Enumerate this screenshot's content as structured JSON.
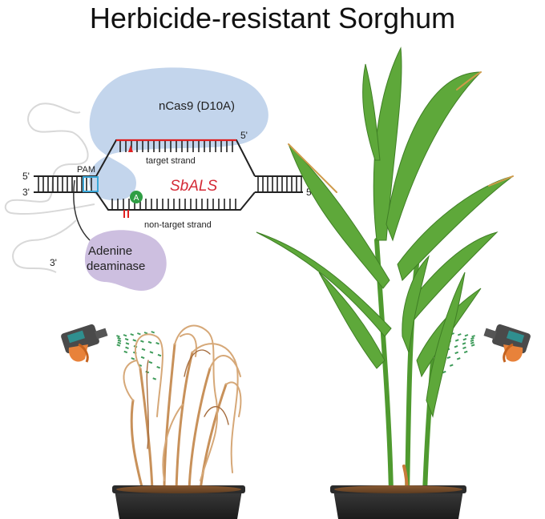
{
  "title": "Herbicide-resistant Sorghum",
  "protein": {
    "name": "nCas9 (D10A)",
    "color": "#bcd0ea"
  },
  "deaminase": {
    "line1": "Adenine",
    "line2": "deaminase",
    "color": "#cdbfe0"
  },
  "dna": {
    "target_strand": "target strand",
    "non_target_strand": "non-target strand",
    "gene": "SbALS",
    "pam": "PAM",
    "base": "A",
    "five_prime_left": "5'",
    "three_prime_left": "3'",
    "three_prime_right": "3'",
    "five_prime_right": "5'",
    "target_five_prime": "5'",
    "guide_three_prime": "3'"
  },
  "colors": {
    "gene_text": "#d42a36",
    "pam_box": "#3aa7d8",
    "base_circle": "#2f9e44",
    "edit_mark": "#e02020",
    "healthy_leaf": "#5ea83a",
    "dead_leaf": "#c8915a",
    "spray": "#3e9b5a"
  }
}
